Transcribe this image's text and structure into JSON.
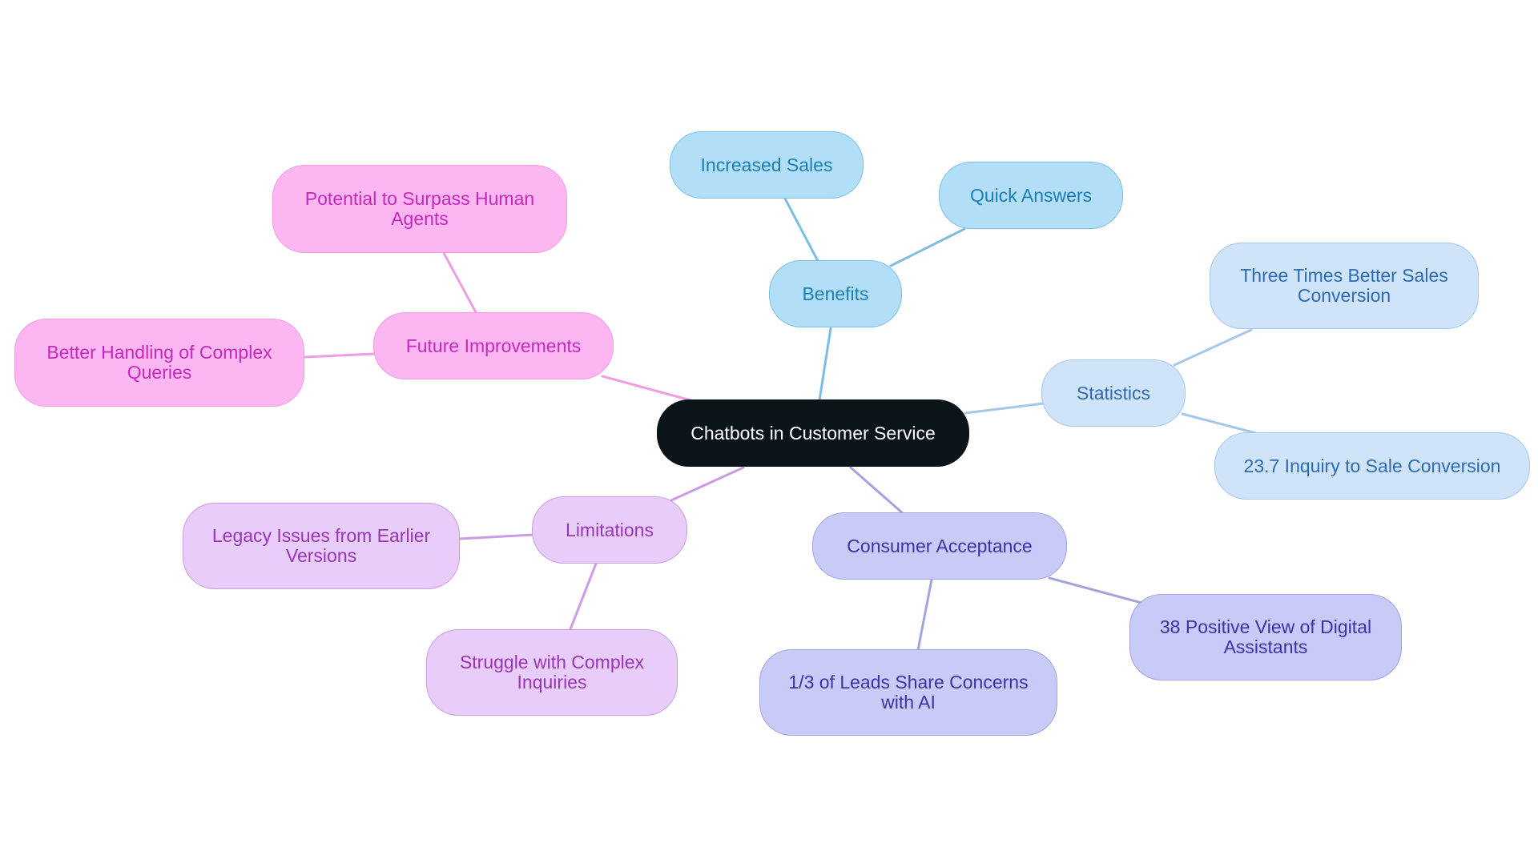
{
  "root": {
    "label": "Chatbots in Customer Service"
  },
  "branches": {
    "benefits": {
      "label": "Benefits",
      "children": [
        "Increased Sales",
        "Quick Answers"
      ]
    },
    "statistics": {
      "label": "Statistics",
      "children": [
        "Three Times Better Sales Conversion",
        "23.7 Inquiry to Sale Conversion"
      ]
    },
    "consumer_acceptance": {
      "label": "Consumer Acceptance",
      "children": [
        "38 Positive View of Digital Assistants",
        "1/3 of Leads Share Concerns with AI"
      ]
    },
    "limitations": {
      "label": "Limitations",
      "children": [
        "Legacy Issues from Earlier Versions",
        "Struggle with Complex Inquiries"
      ]
    },
    "future_improvements": {
      "label": "Future Improvements",
      "children": [
        "Potential to Surpass Human Agents",
        "Better Handling of Complex Queries"
      ]
    }
  },
  "colors": {
    "root_fill": "#0b1419",
    "benefits_fill": "#b3def8",
    "statistics_fill": "#cfe3f9",
    "consumer_acceptance_fill": "#c8caf8",
    "limitations_fill": "#e8ccfa",
    "future_improvements_fill": "#fcb7f3"
  }
}
